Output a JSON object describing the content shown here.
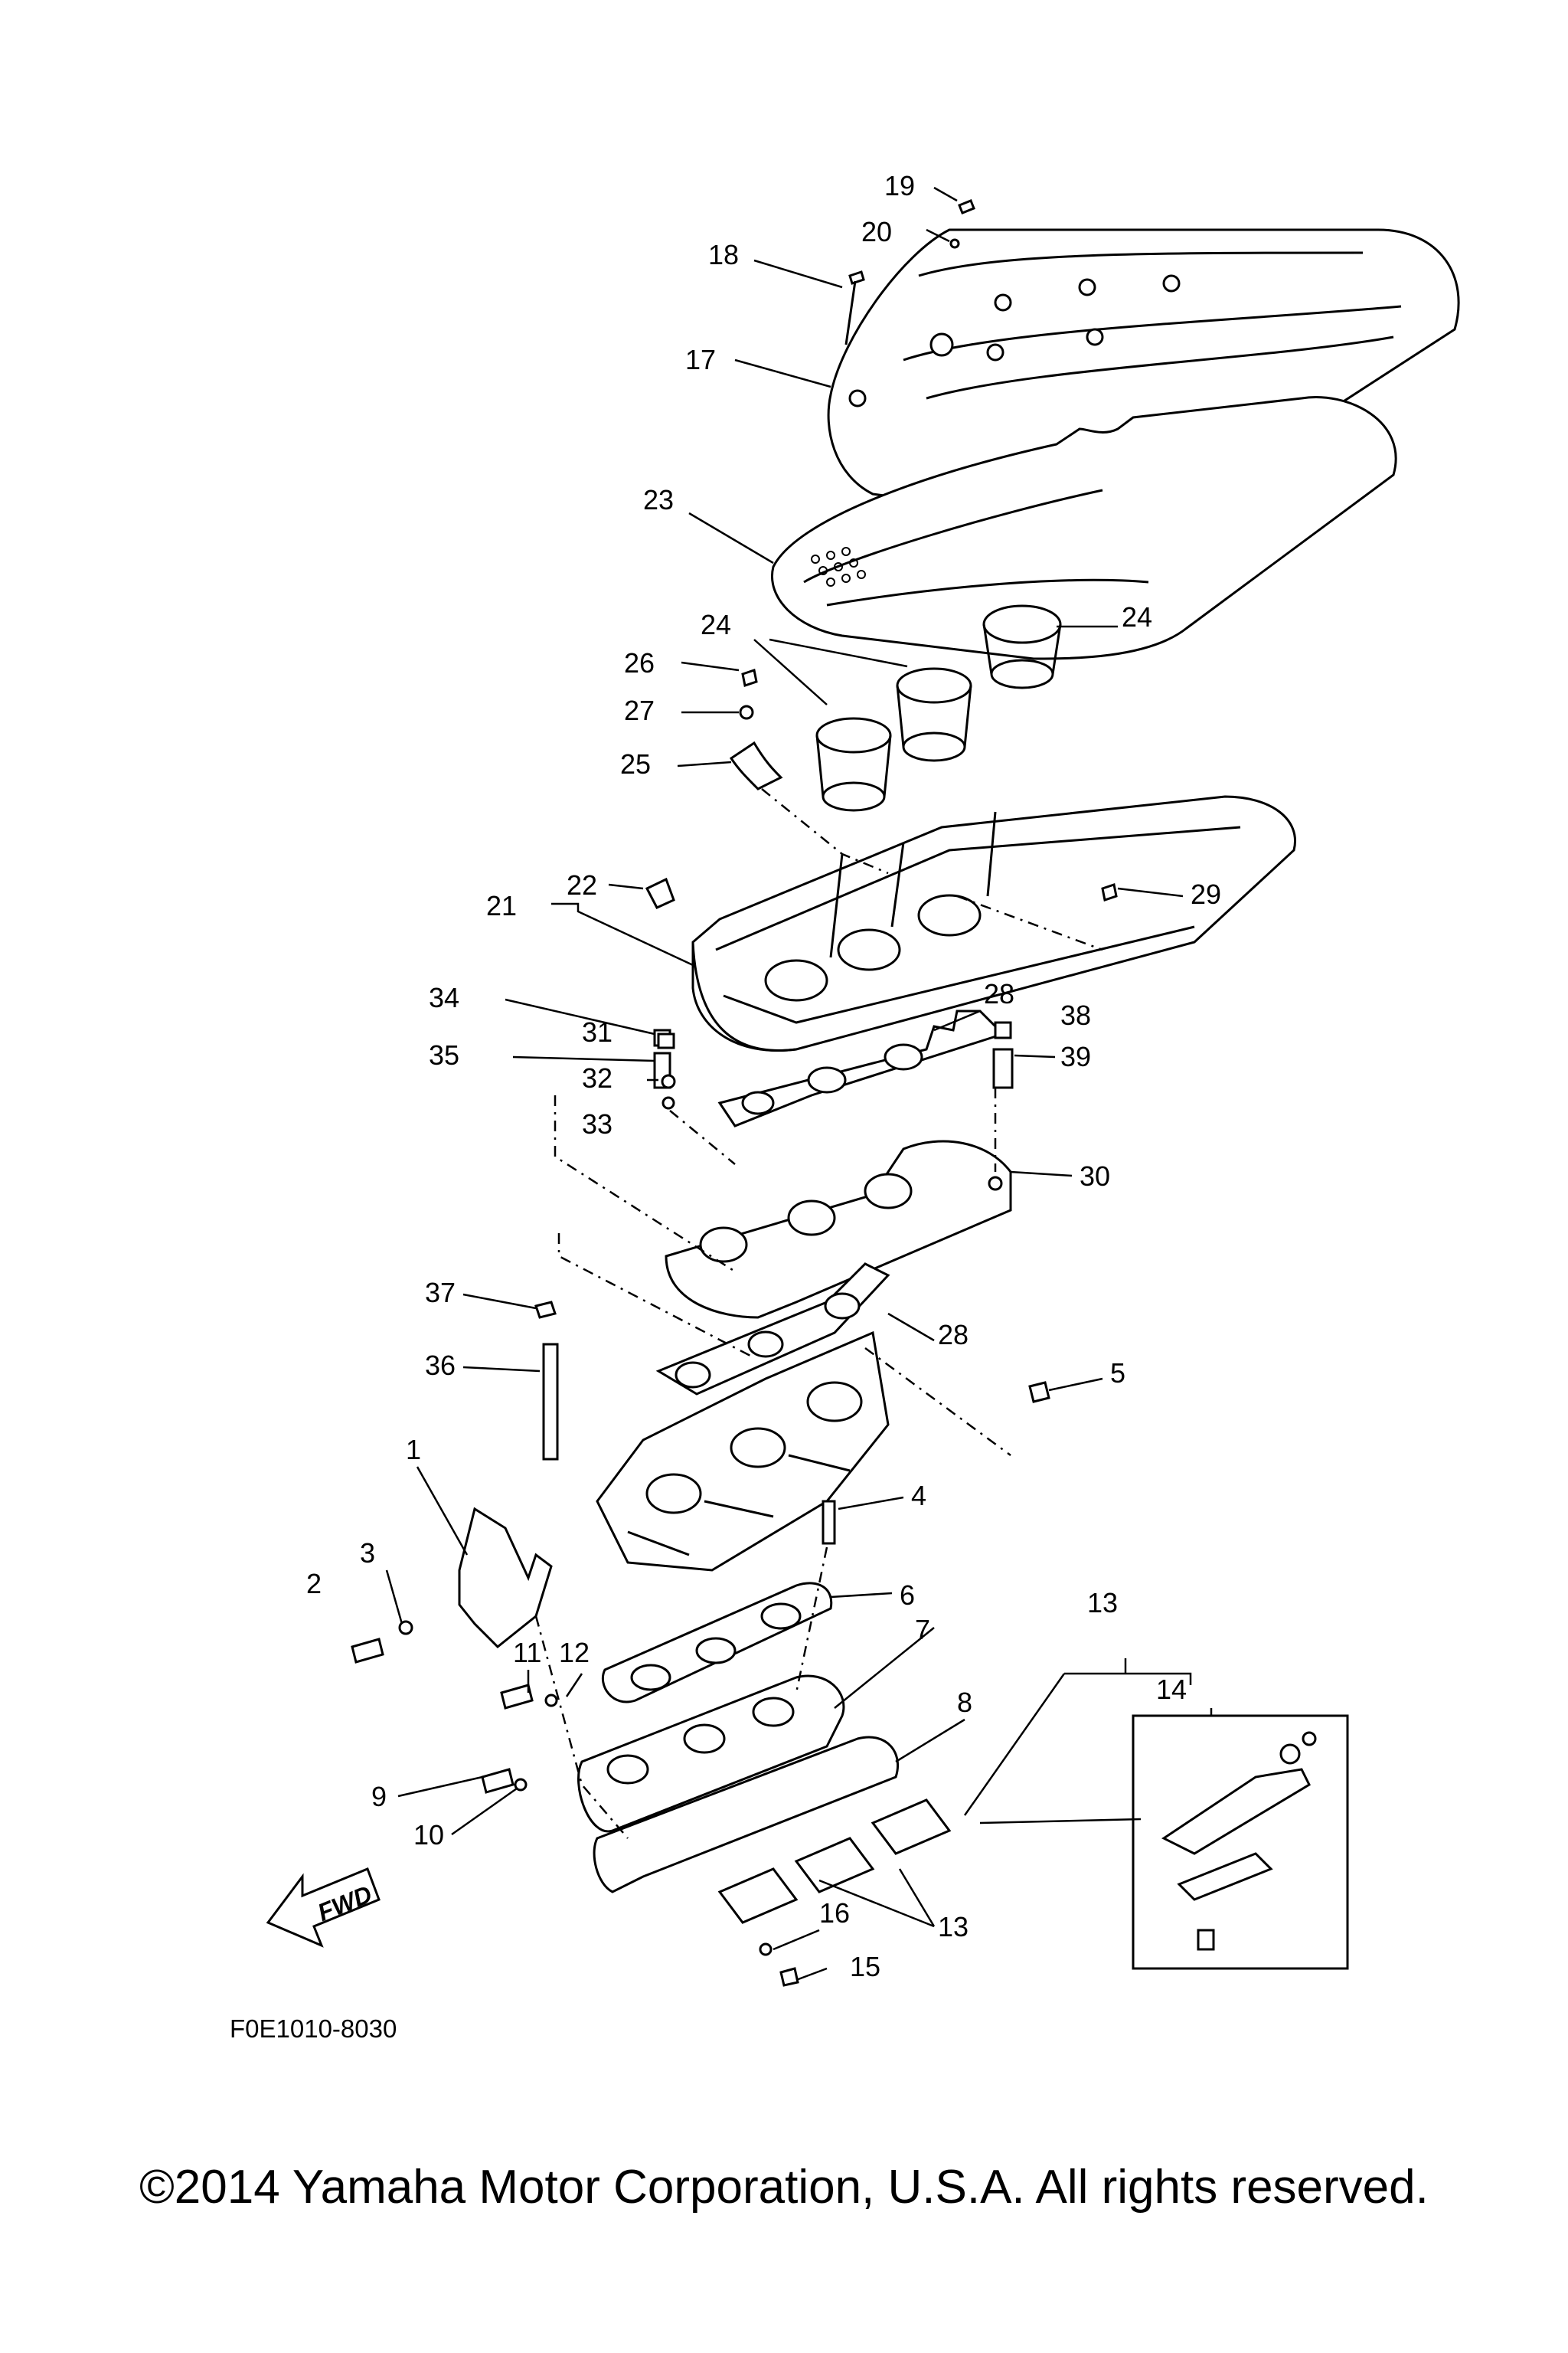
{
  "diagram": {
    "drawing_code": "F0E1010-8030",
    "fwd_label": "FWD",
    "copyright": "©2014 Yamaha Motor Corporation, U.S.A. All rights reserved.",
    "callouts": {
      "c1": "1",
      "c2": "2",
      "c3": "3",
      "c4": "4",
      "c5": "5",
      "c6": "6",
      "c7": "7",
      "c8": "8",
      "c9": "9",
      "c10": "10",
      "c11": "11",
      "c12": "12",
      "c13a": "13",
      "c13b": "13",
      "c14": "14",
      "c15": "15",
      "c16": "16",
      "c17": "17",
      "c18": "18",
      "c19": "19",
      "c20": "20",
      "c21": "21",
      "c22": "22",
      "c23": "23",
      "c24a": "24",
      "c24b": "24",
      "c25": "25",
      "c26": "26",
      "c27": "27",
      "c28a": "28",
      "c28b": "28",
      "c29": "29",
      "c30": "30",
      "c31": "31",
      "c32": "32",
      "c33": "33",
      "c34": "34",
      "c35": "35",
      "c36": "36",
      "c37": "37",
      "c38": "38",
      "c39": "39"
    }
  }
}
